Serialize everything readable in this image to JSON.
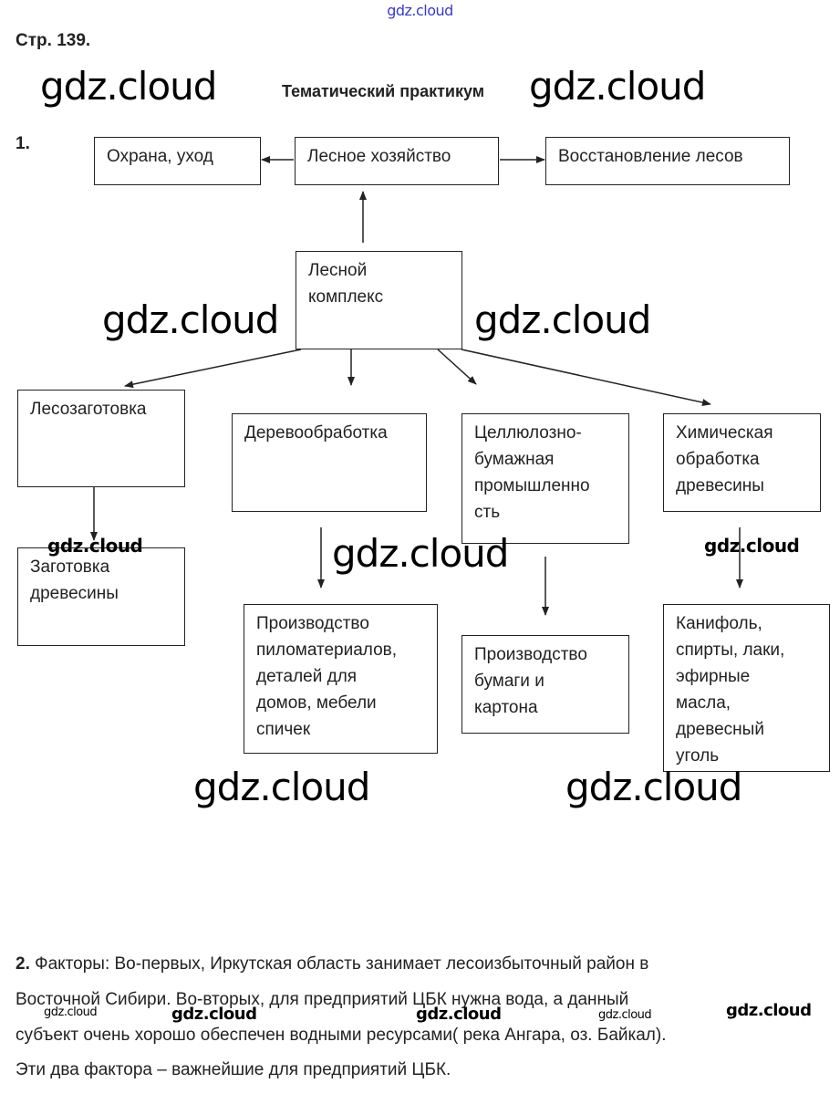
{
  "watermark": "gdz.cloud",
  "header": {
    "page_ref": "Стр. 139.",
    "title": "Тематический практикум"
  },
  "task1": {
    "number": "1.",
    "boxes": {
      "protection": "Охрана, уход",
      "forestry": "Лесное хозяйство",
      "restoration": "Восстановление лесов",
      "complex": "Лесной\nкомплекс",
      "logging": "Лесозаготовка",
      "woodworking": "Деревообработка",
      "pulp_paper": "Целлюлозно-\nбумажная\nпромышленно\nсть",
      "chemical": "Химическая\nобработка\nдревесины",
      "timber_harvest": "Заготовка\nдревесины",
      "lumber": "Производство\nпиломатериалов,\nдеталей для\nдомов, мебели\nспичек",
      "paper_board": "Производство\nбумаги и\nкартона",
      "chem_products": "Канифоль,\nспирты, лаки,\nэфирные\nмасла,\nдревесный\nуголь"
    }
  },
  "task2": {
    "number": "2.",
    "lines": [
      " Факторы: Во-первых, Иркутская область занимает лесоизбыточный район в",
      "Восточной Сибири. Во-вторых, для предприятий ЦБК нужна вода, а данный",
      "субъект очень хорошо обеспечен водными ресурсами( река Ангара, оз. Байкал).",
      "Эти два фактора – важнейшие для предприятий ЦБК."
    ]
  }
}
